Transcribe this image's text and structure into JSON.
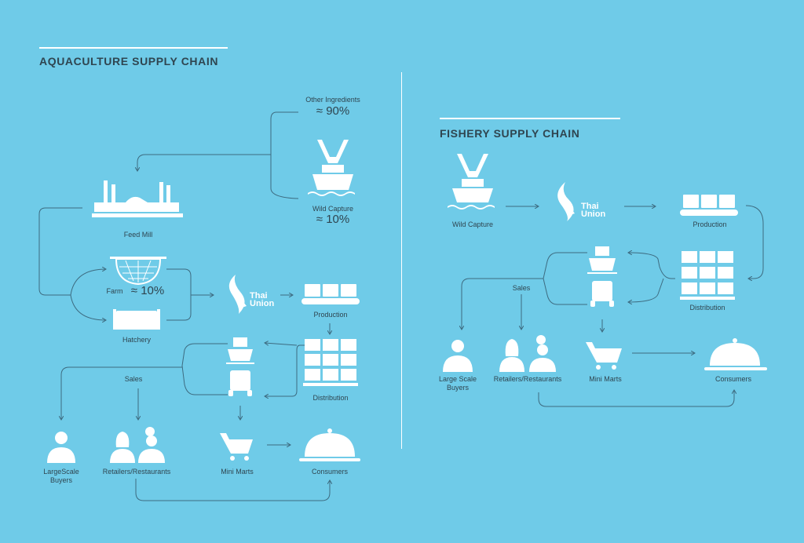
{
  "colors": {
    "background": "#6fcbe8",
    "text": "#2f4550",
    "icon": "#ffffff",
    "line": "#3d6b80"
  },
  "aquaculture": {
    "title": "AQUACULTURE SUPPLY CHAIN",
    "other_ingredients": "Other Ingredients",
    "other_ingredients_pct": "≈ 90%",
    "wild_capture": "Wild Capture",
    "wild_capture_pct": "≈ 10%",
    "feed_mill": "Feed Mill",
    "farm": "Farm",
    "farm_pct": "≈ 10%",
    "hatchery": "Hatchery",
    "brand_line1": "Thai",
    "brand_line2": "Union",
    "production": "Production",
    "distribution": "Distribution",
    "sales": "Sales",
    "large_scale_line1": "LargeScale",
    "large_scale_line2": "Buyers",
    "retailers": "Retailers/Restaurants",
    "mini_marts": "Mini Marts",
    "consumers": "Consumers"
  },
  "fishery": {
    "title": "FISHERY SUPPLY CHAIN",
    "wild_capture": "Wild Capture",
    "brand_line1": "Thai",
    "brand_line2": "Union",
    "production": "Production",
    "distribution": "Distribution",
    "sales": "Sales",
    "large_scale_line1": "Large Scale",
    "large_scale_line2": "Buyers",
    "retailers": "Retailers/Restaurants",
    "mini_marts": "Mini Marts",
    "consumers": "Consumers"
  }
}
